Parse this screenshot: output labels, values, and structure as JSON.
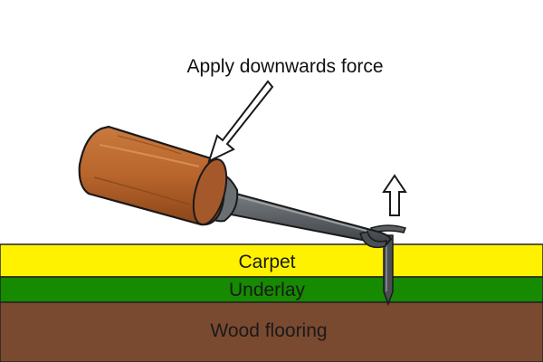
{
  "annotation": {
    "text": "Apply downwards force"
  },
  "layers": {
    "carpet": {
      "label": "Carpet",
      "color": "#fff200"
    },
    "underlay": {
      "label": "Underlay",
      "color": "#168a00"
    },
    "wood": {
      "label": "Wood flooring",
      "color": "#7a4a30"
    }
  },
  "tool": {
    "handle_color": "#b8652c",
    "shaft_color": "#555a5e"
  },
  "nail": {
    "color": "#4a4f54"
  }
}
